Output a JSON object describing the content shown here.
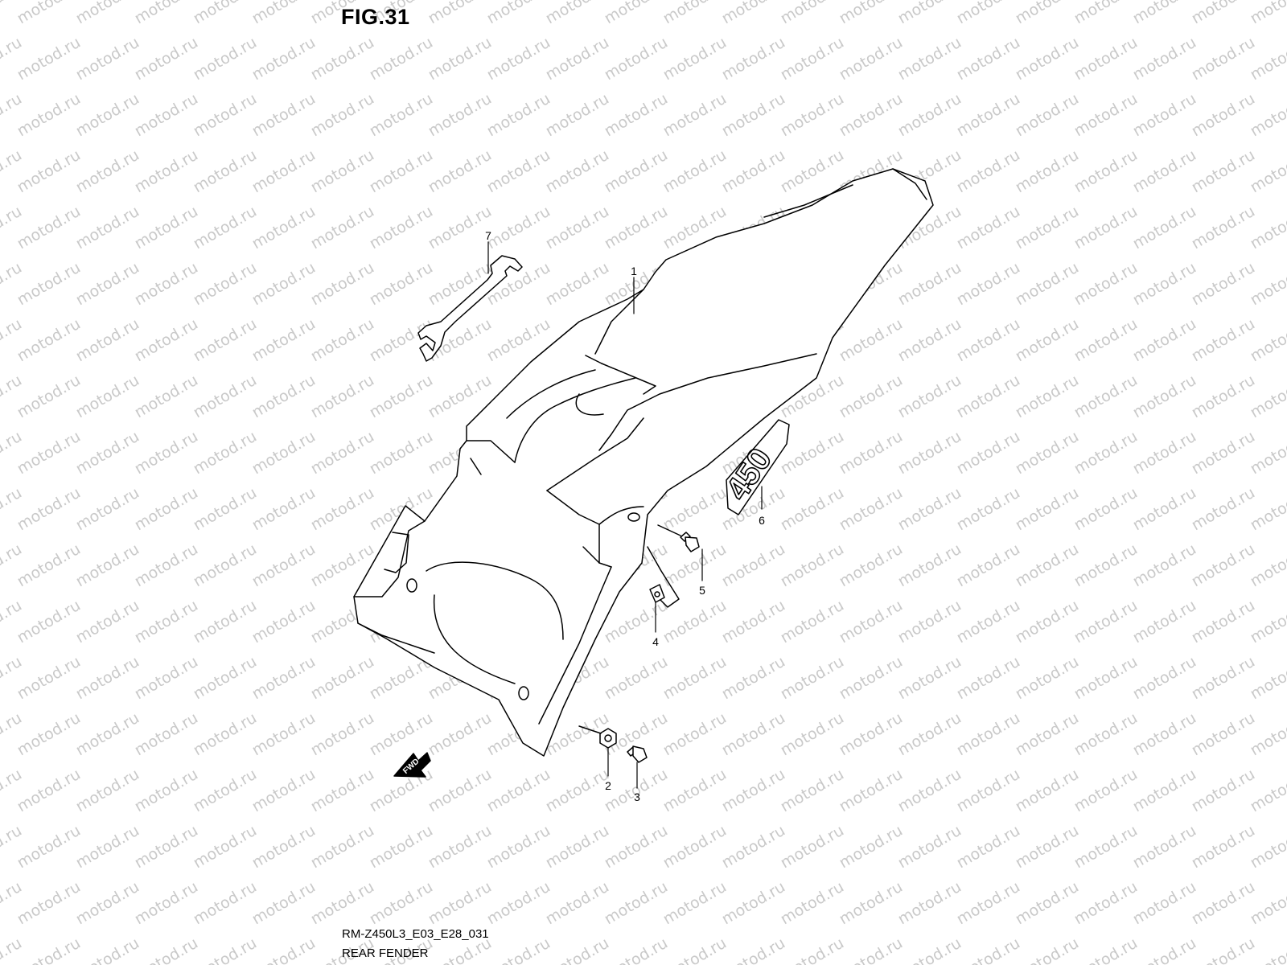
{
  "figure": {
    "title": "FIG.31",
    "code": "RM-Z450L3_E03_E28_031",
    "name": "REAR FENDER"
  },
  "watermark": "motod.ru",
  "callouts": [
    {
      "id": "1",
      "label": "1",
      "part": "rear fender"
    },
    {
      "id": "2",
      "label": "2",
      "part": "nut"
    },
    {
      "id": "3",
      "label": "3",
      "part": "bolt"
    },
    {
      "id": "4",
      "label": "4",
      "part": "clip nut"
    },
    {
      "id": "5",
      "label": "5",
      "part": "bolt"
    },
    {
      "id": "6",
      "label": "6",
      "part": "emblem"
    },
    {
      "id": "7",
      "label": "7",
      "part": "tool"
    }
  ],
  "emblem": {
    "text": "450"
  },
  "fwd_marker": {
    "text": "FWD"
  }
}
